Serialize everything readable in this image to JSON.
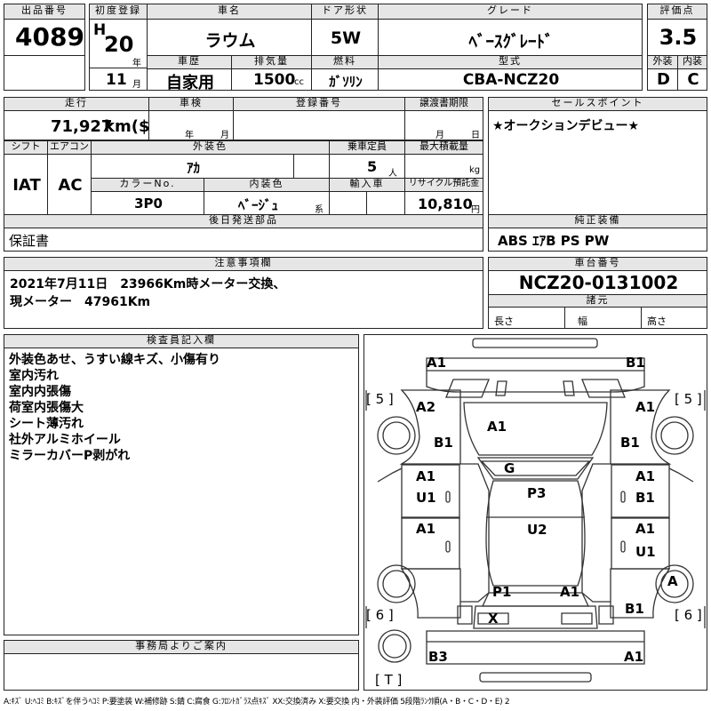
{
  "header": {
    "lot_no_label": "出品番号",
    "lot_no": "4089",
    "first_reg_label": "初度登録",
    "era": "H",
    "year": "20",
    "year_unit": "年",
    "month": "11",
    "month_unit": "月",
    "car_name_label": "車名",
    "car_name": "ラウム",
    "door_label": "ドア形状",
    "door": "5W",
    "grade_label": "グレード",
    "grade": "ﾍﾞｰｽｸﾞﾚｰﾄﾞ",
    "score_label": "評価点",
    "score": "3.5",
    "history_label": "車歴",
    "history": "自家用",
    "displacement_label": "排気量",
    "displacement": "1500",
    "displacement_unit": "cc",
    "fuel_label": "燃料",
    "fuel": "ｶﾞｿﾘﾝ",
    "model_label": "型式",
    "model": "CBA-NCZ20",
    "exterior_label": "外装",
    "exterior": "D",
    "interior_label": "内装",
    "interior": "C"
  },
  "row2": {
    "mileage_label": "走行",
    "mileage": "71,927",
    "mileage_unit": "km($)",
    "inspection_label": "車検",
    "insp_year_unit": "年",
    "insp_month_unit": "月",
    "reg_no_label": "登録番号",
    "transfer_label": "譲渡書期限",
    "transfer_month_unit": "月",
    "transfer_day_unit": "日",
    "sales_point_label": "セールスポイント",
    "sales_point": "★オークションデビュー★"
  },
  "row3": {
    "shift_label": "シフト",
    "shift": "IAT",
    "ac_label": "エアコン",
    "ac": "AC",
    "color_label": "外装色",
    "color": "ｱｶ",
    "capacity_label": "乗車定員",
    "capacity": "5",
    "capacity_unit": "人",
    "load_label": "最大積載量",
    "load_unit": "kg",
    "color_no_label": "カラーNo.",
    "color_no": "3P0",
    "interior_color_label": "内装色",
    "interior_color": "ﾍﾞｰｼﾞｭ",
    "interior_color_unit": "系",
    "import_label": "輸入車",
    "recycle_label": "リサイクル預託金",
    "recycle": "10,810",
    "recycle_unit": "円"
  },
  "row4": {
    "later_parts_label": "後日発送部品",
    "later_parts": "保証書",
    "genuine_label": "純正装備",
    "genuine": "ABS ｴｱB PS PW"
  },
  "notes": {
    "label": "注意事項欄",
    "line1": "2021年7月11日　23966Km時メーター交換、",
    "line2": "現メーター　47961Km"
  },
  "chassis": {
    "label": "車台番号",
    "number": "NCZ20-0131002",
    "dims_label": "諸元",
    "length_label": "長さ",
    "width_label": "幅",
    "height_label": "高さ"
  },
  "inspector": {
    "label": "検査員記入欄",
    "lines": [
      "外装色あせ、うすい線キズ、小傷有り",
      "室内汚れ",
      "室内内張傷",
      "荷室内張傷大",
      "シート薄汚れ",
      "社外アルミホイール",
      "ミラーカバーP剥がれ"
    ]
  },
  "office": {
    "label": "事務局よりご案内"
  },
  "legend": "A:ｷｽﾞ U:ﾍｺﾐ B:ｷｽﾞを伴うﾍｺﾐ P:要塗装 W:補修跡 S:錆 C:腐食 G:ﾌﾛﾝﾄｶﾞﾗｽ点ｷｽﾞ XX:交換済み X:要交換 内・外装評価 5段階ﾗﾝｸ順(A・B・C・D・E) 2",
  "diagram": {
    "tire_fl": "[ 5 ]",
    "tire_fr": "[ 5 ]",
    "tire_rl": "[ 6 ]",
    "tire_rr": "[ 6 ]",
    "tire_spare": "[ T ]",
    "marks": {
      "front_bumper_left": "A1",
      "front_bumper_right": "B1",
      "fender_fl_upper": "A2",
      "fender_fl_lower": "B1",
      "hood": "A1",
      "fender_fr_upper": "A1",
      "fender_fr_lower": "B1",
      "windshield": "G",
      "door_fl_top": "A1",
      "door_fl_bottom": "U1",
      "roof": "P3",
      "door_fr_top": "A1",
      "door_fr_bottom": "B1",
      "door_rl": "A1",
      "roof_rear": "U2",
      "door_rr_top": "A1",
      "door_rr_bottom": "U1",
      "wheel_rr": "A",
      "tailgate_left": "P1",
      "tailgate_right": "A1",
      "quarter_rr": "B1",
      "rear_garnish": "X",
      "rear_bumper_left": "B3",
      "rear_bumper_right": "A1"
    }
  }
}
